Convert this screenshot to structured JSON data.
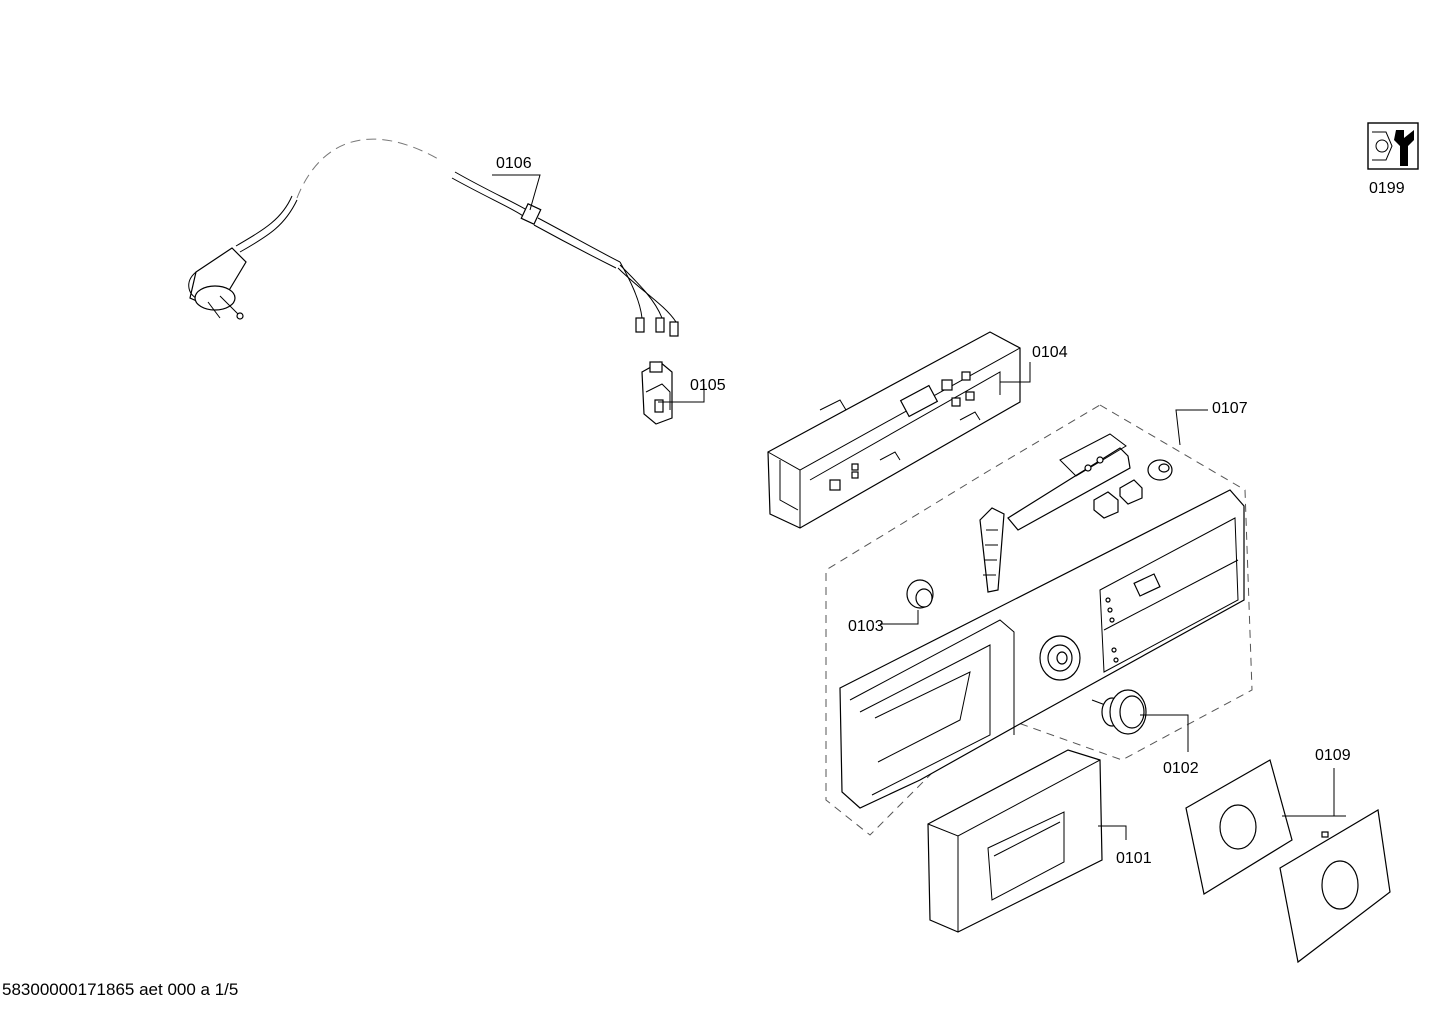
{
  "labels": {
    "p0101": "0101",
    "p0102": "0102",
    "p0103": "0103",
    "p0104": "0104",
    "p0105": "0105",
    "p0106": "0106",
    "p0107": "0107",
    "p0109": "0109",
    "p0199": "0199"
  },
  "footer": "58300000171865 aet 000 a 1/5"
}
